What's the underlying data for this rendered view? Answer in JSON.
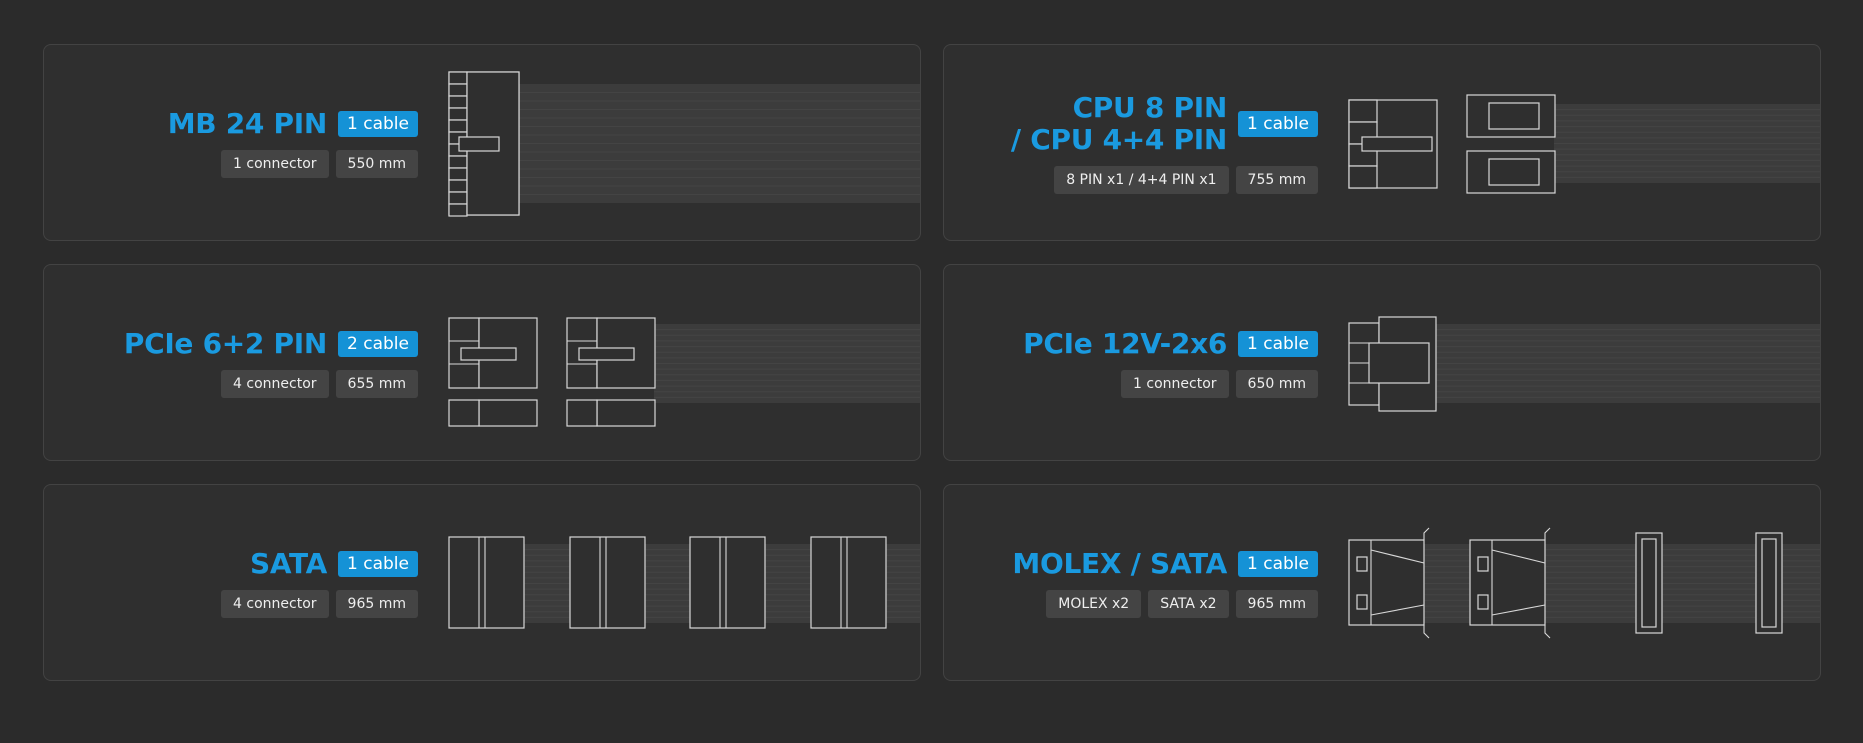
{
  "colors": {
    "accent": "#1a9ae0",
    "badge": "#1592d6",
    "chip": "#444444",
    "panel": "#2f2f2f",
    "cable": "#3c3c3c",
    "line": "#d8d8d8"
  },
  "panels": [
    {
      "title": "MB 24 PIN",
      "badge": "1 cable",
      "chips": [
        "1 connector",
        "550 mm"
      ],
      "connector": "mb24"
    },
    {
      "title": "CPU 8 PIN / CPU 4+4 PIN",
      "title_lines": [
        "CPU 8 PIN",
        "/ CPU 4+4 PIN"
      ],
      "badge": "1 cable",
      "chips": [
        "8 PIN x1 / 4+4 PIN x1",
        "755 mm"
      ],
      "connector": "cpu"
    },
    {
      "title": "PCIe 6+2 PIN",
      "badge": "2 cable",
      "chips": [
        "4 connector",
        "655 mm"
      ],
      "connector": "pcie62"
    },
    {
      "title": "PCIe 12V-2x6",
      "badge": "1 cable",
      "chips": [
        "1 connector",
        "650 mm"
      ],
      "connector": "12v2x6"
    },
    {
      "title": "SATA",
      "badge": "1 cable",
      "chips": [
        "4 connector",
        "965 mm"
      ],
      "connector": "sata"
    },
    {
      "title": "MOLEX / SATA",
      "badge": "1 cable",
      "chips": [
        "MOLEX x2",
        "SATA x2",
        "965 mm"
      ],
      "connector": "molexsata"
    }
  ]
}
